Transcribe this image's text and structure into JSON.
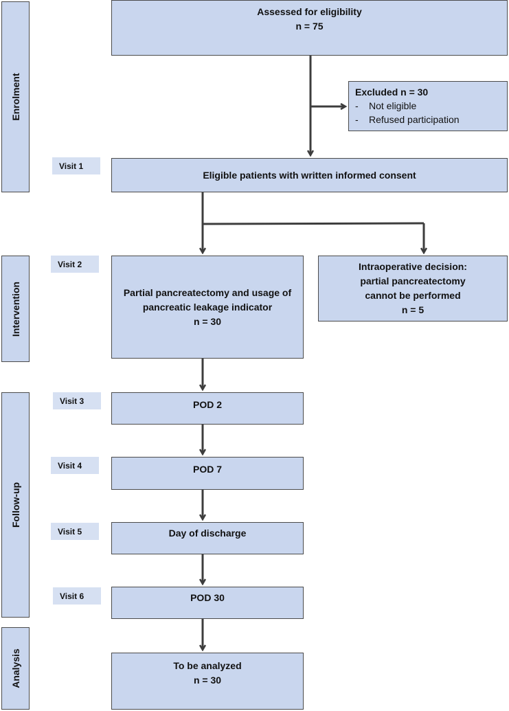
{
  "stages": {
    "enrolment": "Enrolment",
    "intervention": "Intervention",
    "follow_up": "Follow-up",
    "analysis": "Analysis"
  },
  "visits": [
    "Visit 1",
    "Visit 2",
    "Visit 3",
    "Visit 4",
    "Visit 5",
    "Visit 6"
  ],
  "boxes": {
    "assessed": {
      "title": "Assessed for eligibility",
      "n": "n = 75"
    },
    "excluded": {
      "title": "Excluded n = 30",
      "items": [
        "Not eligible",
        "Refused participation"
      ],
      "bullet": "-"
    },
    "eligible": {
      "title": "Eligible patients with written informed consent"
    },
    "intervention": {
      "line1": "Partial pancreatectomy and usage of",
      "line2": "pancreatic leakage indicator",
      "n": "n = 30"
    },
    "intraop": {
      "line1": "Intraoperative decision:",
      "line2": "partial pancreatectomy",
      "line3": "cannot be performed",
      "n": "n = 5"
    },
    "pod2": "POD 2",
    "pod7": "POD 7",
    "discharge": "Day of discharge",
    "pod30": "POD 30",
    "analyzed": {
      "title": "To be analyzed",
      "n": "n = 30"
    }
  },
  "colors": {
    "box_fill": "#c9d6ee",
    "visit_fill": "#d6e0f2",
    "arrow": "#3d3d3d"
  }
}
